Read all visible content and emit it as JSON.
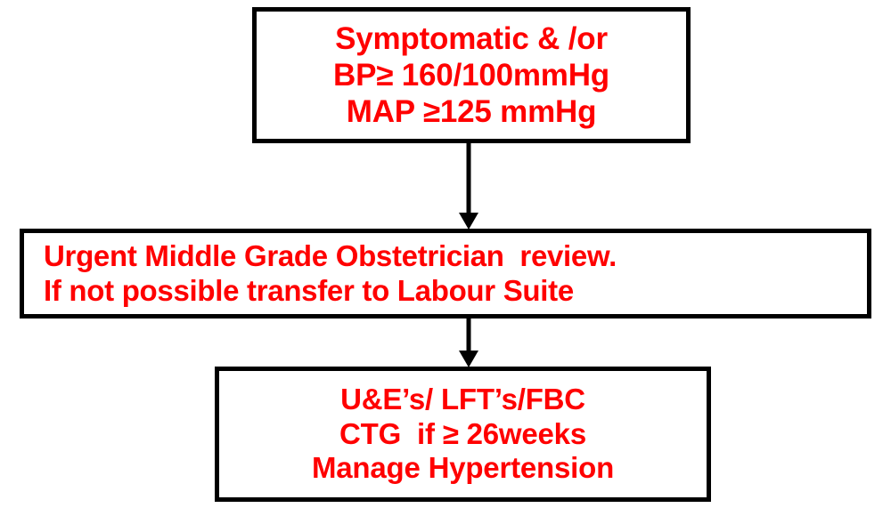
{
  "chart_data": {
    "type": "diagram",
    "title": "",
    "orientation": "top-to-bottom",
    "node_count": 3,
    "edge_count": 2
  },
  "theme": {
    "background": "#ffffff",
    "box_border": "#000000",
    "box_fill": "#ffffff",
    "text_color": "#FF0000",
    "arrow_color": "#000000"
  },
  "flowchart": {
    "nodes": [
      {
        "id": "criteria",
        "shape": "rectangle",
        "align": "center",
        "lines": [
          "Symptomatic & /or",
          "BP≥ 160/100mmHg",
          "MAP ≥125 mmHg"
        ]
      },
      {
        "id": "review",
        "shape": "rectangle",
        "align": "left",
        "lines": [
          "Urgent Middle Grade Obstetrician  review.",
          "If not possible transfer to Labour Suite"
        ]
      },
      {
        "id": "investigations",
        "shape": "rectangle",
        "align": "center",
        "lines": [
          "U&E’s/ LFT’s/FBC",
          "CTG  if ≥ 26weeks",
          "Manage Hypertension"
        ]
      }
    ],
    "edges": [
      {
        "id": "criteria-to-review",
        "from": "criteria",
        "to": "review",
        "label": "",
        "arrowhead": "solid-triangle"
      },
      {
        "id": "review-to-investigations",
        "from": "review",
        "to": "investigations",
        "label": "",
        "arrowhead": "solid-triangle"
      }
    ]
  }
}
